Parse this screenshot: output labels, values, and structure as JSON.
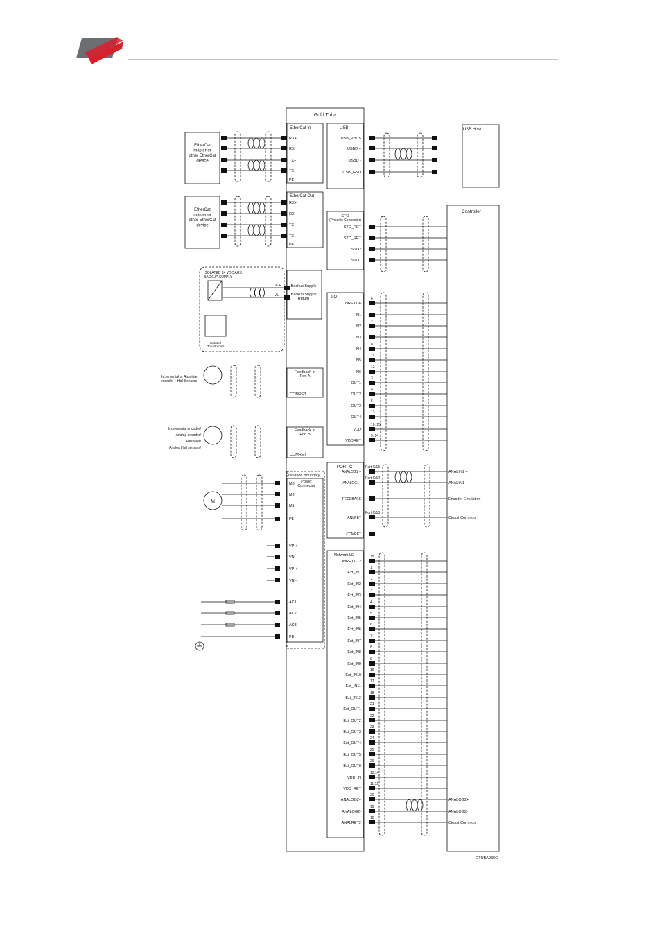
{
  "brand": {
    "accent": "#d8202d",
    "logo_gray": "#6d6e71"
  },
  "drive_title": "Gold Tuba",
  "figure_id": "GTUBA035C",
  "external_devices": {
    "ethercat_master_1": "EtherCat master or other EtherCat device",
    "ethercat_master_2": "EtherCat master or other EtherCat device",
    "usb_host": "USB Host",
    "controller": "Controller",
    "aux_supply": "ISOLATED 24 VDC AUX. BACKUP SUPPLY",
    "isolated_transformer": "Isolated Transformer",
    "feedback_a_device": "Incremental or Absolute encoder + Hall Sensors",
    "feedback_b_device": "Incremental encoder/ Analog encoder/ Resolver/ Analog Hall sensors/",
    "motor": "M"
  },
  "modules": {
    "ethercat_in": {
      "title": "EtherCat In",
      "pins": [
        "RX+",
        "RX-",
        "TX+",
        "TX-",
        "PE"
      ]
    },
    "ethercat_out": {
      "title": "EtherCat Out",
      "pins": [
        "RX+",
        "RX-",
        "TX+",
        "TX-",
        "PE"
      ]
    },
    "usb": {
      "title": "USB",
      "pins": [
        "USB_VBUS",
        "USBD +",
        "USBD -",
        "USB_GND"
      ]
    },
    "sto": {
      "title": "STO",
      "subtitle": "(Phoenix Connector)",
      "pins": [
        "STO_RET",
        "STO_RET",
        "STO2",
        "STO1"
      ]
    },
    "backup": {
      "title": "Backup Supply",
      "return_label": "Backup Supply Return",
      "pins": [
        "VL+",
        "VL-"
      ]
    },
    "feedback_a": {
      "title": "Feedback In Port A",
      "pin": "COMRET"
    },
    "feedback_b": {
      "title": "Feedback In Port B",
      "pin": "COMRET"
    },
    "io": {
      "title": "I/O",
      "pins": [
        {
          "name": "INRET1-6",
          "num": "6"
        },
        {
          "name": "IN1",
          "num": "1"
        },
        {
          "name": "IN2",
          "num": "2"
        },
        {
          "name": "IN3",
          "num": "7"
        },
        {
          "name": "IN4",
          "num": "8"
        },
        {
          "name": "IN5",
          "num": "11"
        },
        {
          "name": "IN6",
          "num": "12"
        },
        {
          "name": "OUT1",
          "num": "3"
        },
        {
          "name": "OUT2",
          "num": "4"
        },
        {
          "name": "OUT3",
          "num": "5"
        },
        {
          "name": "OUT4",
          "num": "13"
        },
        {
          "name": "VDD",
          "num": "10, 15"
        },
        {
          "name": "VDDRET",
          "num": "9, 14"
        }
      ]
    },
    "port_c": {
      "title": "PORT C",
      "pins": [
        {
          "name": "ANALOG1 +",
          "num": "Port C/15",
          "target": "ANALIN1 +"
        },
        {
          "name": "ANALOG1 -",
          "num": "Port C/14",
          "target": "ANALIN1 -"
        },
        {
          "name": "FEEDBACK",
          "num": "",
          "target": "Encoder Emulation"
        },
        {
          "name": "ANLRET",
          "num": "Port C/13",
          "target": "Circuit Common"
        },
        {
          "name": "COMRET",
          "num": "",
          "target": ""
        }
      ]
    },
    "power": {
      "isolation": "Isolation Boundary",
      "title": "Power Connector",
      "pins": [
        "M3",
        "M2",
        "M1",
        "PE",
        "VP +",
        "VN -",
        "VP +",
        "VN -",
        "AC1",
        "AC2",
        "AC3",
        "PE"
      ]
    },
    "network_io": {
      "title": "Network I/O",
      "pins": [
        {
          "name": "INRET1-12",
          "num": "15"
        },
        {
          "name": "Ext_IN1",
          "num": "1"
        },
        {
          "name": "Ext_IN2",
          "num": "2"
        },
        {
          "name": "Ext_IN3",
          "num": "3"
        },
        {
          "name": "Ext_IN4",
          "num": "4"
        },
        {
          "name": "Ext_IN5",
          "num": "5"
        },
        {
          "name": "Ext_IN6",
          "num": "6"
        },
        {
          "name": "Ext_IN7",
          "num": "7"
        },
        {
          "name": "Ext_IN8",
          "num": "8"
        },
        {
          "name": "Ext_IN9",
          "num": "9"
        },
        {
          "name": "Ext_IN10",
          "num": "16"
        },
        {
          "name": "Ext_IN11",
          "num": "17"
        },
        {
          "name": "Ext_IN12",
          "num": "18"
        },
        {
          "name": "Ext_OUT1",
          "num": "21"
        },
        {
          "name": "Ext_OUT2",
          "num": "22"
        },
        {
          "name": "Ext_OUT3",
          "num": "23"
        },
        {
          "name": "Ext_OUT4",
          "num": "24"
        },
        {
          "name": "Ext_OUT5",
          "num": "25"
        },
        {
          "name": "Ext_OUT6",
          "num": "26"
        },
        {
          "name": "VDD_IN",
          "num": "13,14"
        },
        {
          "name": "VDD_RET",
          "num": "11,12"
        },
        {
          "name": "ANALOG2+",
          "num": "20"
        },
        {
          "name": "ANALOG2-",
          "num": "19"
        },
        {
          "name": "ANALRET2",
          "num": "10"
        }
      ],
      "targets": [
        "ANALOG2+",
        "ANALOG2-",
        "Circuit Common"
      ]
    }
  }
}
